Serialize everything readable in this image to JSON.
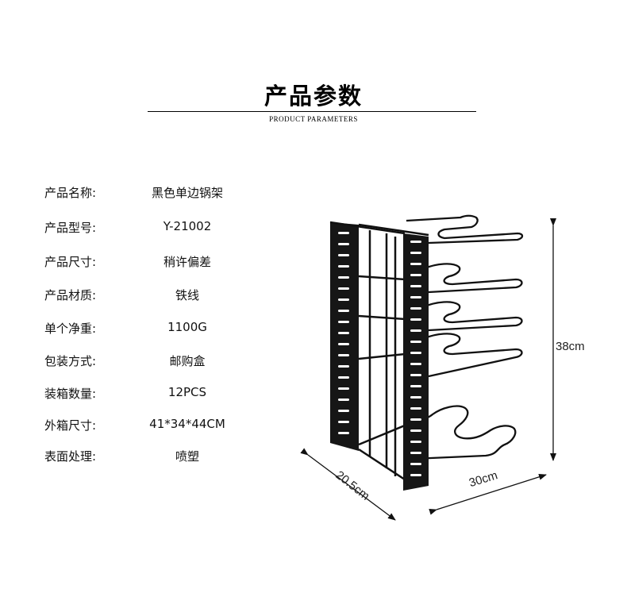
{
  "header": {
    "title": "产品参数",
    "subtitle": "PRODUCT PARAMETERS"
  },
  "specs": [
    {
      "label": "产品名称:",
      "value": "黑色单边锅架"
    },
    {
      "label": "产品型号:",
      "value": "Y-21002"
    },
    {
      "label": "产品尺寸:",
      "value": "稍许偏差"
    },
    {
      "label": "产品材质:",
      "value": "铁线"
    },
    {
      "label": "单个净重:",
      "value": "1100G"
    },
    {
      "label": "包装方式:",
      "value": "邮购盒"
    },
    {
      "label": "装箱数量:",
      "value": "12PCS"
    },
    {
      "label": "外箱尺寸:",
      "value": "41*34*44CM"
    },
    {
      "label": "表面处理:",
      "value": "喷塑"
    }
  ],
  "dimensions": {
    "height": "38cm",
    "width": "30cm",
    "depth": "20.5cm"
  },
  "colors": {
    "rack": "#111111",
    "text": "#111111",
    "background": "#ffffff"
  }
}
